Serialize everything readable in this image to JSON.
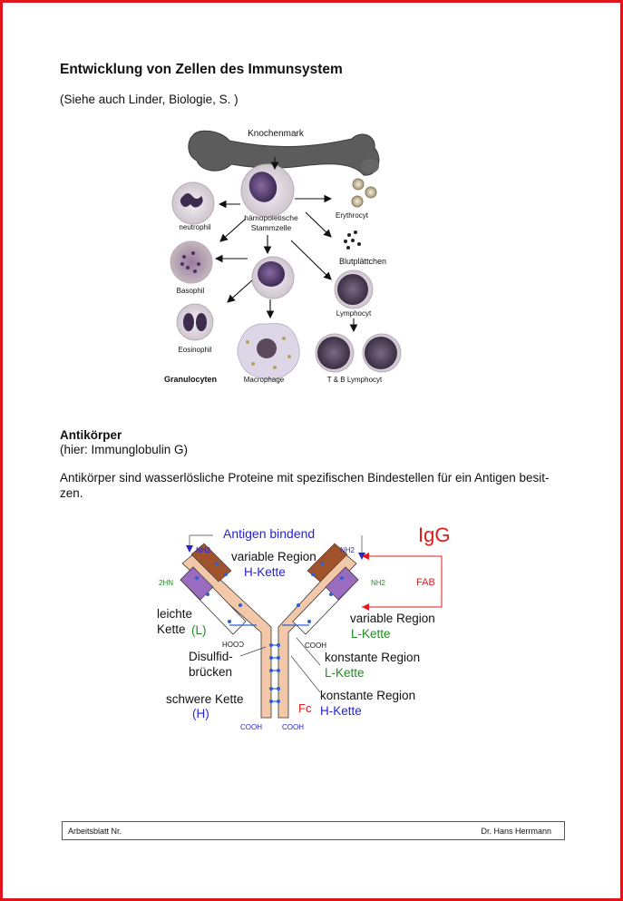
{
  "heading": "Entwicklung von Zellen des Immunsystem",
  "reference": "(Siehe auch Linder, Biologie, S.         )",
  "cells": {
    "bone": "Knochenmark",
    "stem_line1": "hämopoietische",
    "stem_line2": "Stammzelle",
    "neutrophil": "neutrophil",
    "basophil": "Basophil",
    "eosinophil": "Eosinophil",
    "granulocytes": "Granulocyten",
    "macrophage": "Macrophage",
    "erythrocyte": "Erythrocyt",
    "platelets": "Blutplättchen",
    "lymphocyte": "Lymphocyt",
    "tb_lymphocyte": "T & B Lymphocyt"
  },
  "antibody": {
    "heading": "Antikörper",
    "subheading": "(hier: Immunglobulin G)",
    "description": "Antikörper sind wasserlösliche Proteine mit spezifischen Bindestellen für ein Antigen besit-zen."
  },
  "igg": {
    "antigen_binding": "Antigen bindend",
    "name": "IgG",
    "nh2_left": "NH2",
    "nh2_right": "NH2",
    "h2n_left": "2HN",
    "nh2_right_low": "NH2",
    "variable_region_h": "variable Region",
    "h_chain_1": "H-Kette",
    "fab": "FAB",
    "light_chain": "leichte",
    "light_chain_2": "Kette",
    "light_L": "(L)",
    "variable_region_l": "variable Region",
    "l_chain_1": "L-Kette",
    "cooh_1": "COOH",
    "cooh_2": "COOH",
    "disulfide_1": "Disulfid-",
    "disulfide_2": "brücken",
    "constant_region_l": "konstante Region",
    "l_chain_2": "L-Kette",
    "heavy_chain": "schwere Kette",
    "heavy_H": "(H)",
    "fc": "Fc",
    "constant_region_h": "konstante Region",
    "h_chain_2": "H-Kette",
    "cooh_3": "COOH",
    "cooh_4": "COOH"
  },
  "footer": {
    "left": "Arbeitsblatt Nr.",
    "right": "Dr. Hans Herrmann"
  },
  "colors": {
    "border": "#e0141c",
    "blue_text": "#2424d0",
    "red_text": "#e21a1a",
    "green_text": "#1e8c1e",
    "heavy_chain_fill": "#f2c8a8",
    "variable_brown": "#a0522d",
    "variable_purple": "#9a6cbf"
  }
}
